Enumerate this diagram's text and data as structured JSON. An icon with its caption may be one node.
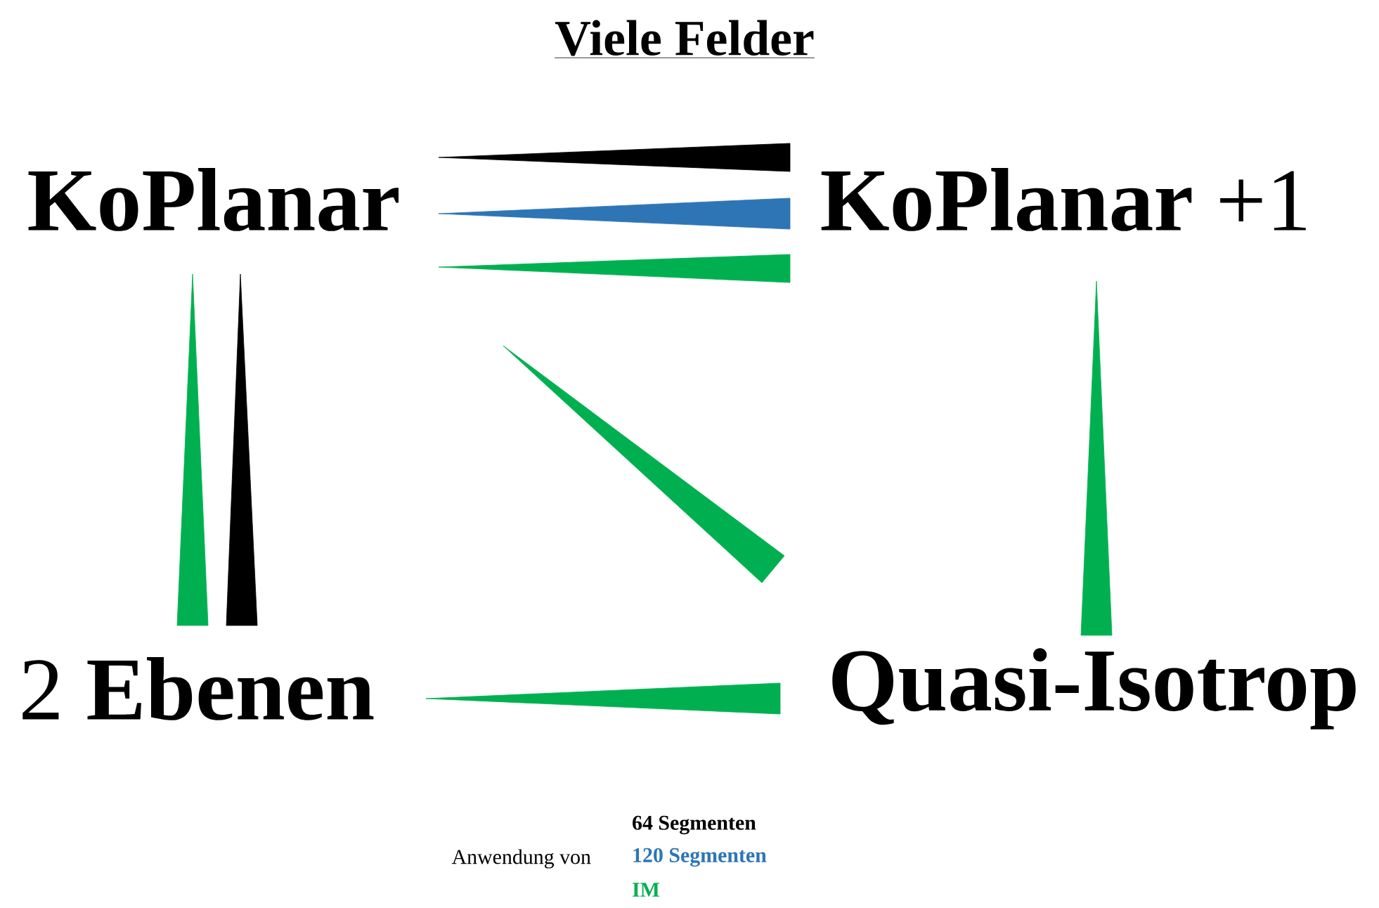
{
  "diagram": {
    "title": "Viele Felder",
    "nodes": [
      {
        "text": [
          "KoPlanar"
        ]
      },
      {
        "text": [
          "**KoPlanar** +1"
        ]
      },
      {
        "text": [
          "2 **Ebenen**"
        ]
      },
      {
        "text": [
          "Quasi-Isotrop"
        ]
      }
    ],
    "edges": [
      {
        "from": 0,
        "to": 1,
        "arrow": "none",
        "color": "#000000"
      },
      {
        "from": 0,
        "to": 1,
        "arrow": "none",
        "color": "#2e75b6"
      },
      {
        "from": 0,
        "to": 1,
        "arrow": "none",
        "color": "#00b050"
      },
      {
        "from": 0,
        "to": 2,
        "arrow": "none",
        "color": "#00b050"
      },
      {
        "from": 0,
        "to": 2,
        "arrow": "none",
        "color": "#000000"
      },
      {
        "from": 0,
        "to": 3,
        "arrow": "none",
        "color": "#00b050"
      },
      {
        "from": 1,
        "to": 3,
        "arrow": "none",
        "color": "#00b050"
      },
      {
        "from": 2,
        "to": 3,
        "arrow": "none",
        "color": "#00b050"
      }
    ],
    "labels": [
      "Anwendung von"
    ],
    "legend": [
      {
        "text": "64 Segmenten",
        "color": "#000000"
      },
      {
        "text": "120 Segmenten",
        "color": "#2e75b6"
      },
      {
        "text": "IM",
        "color": "#00b050"
      }
    ]
  }
}
